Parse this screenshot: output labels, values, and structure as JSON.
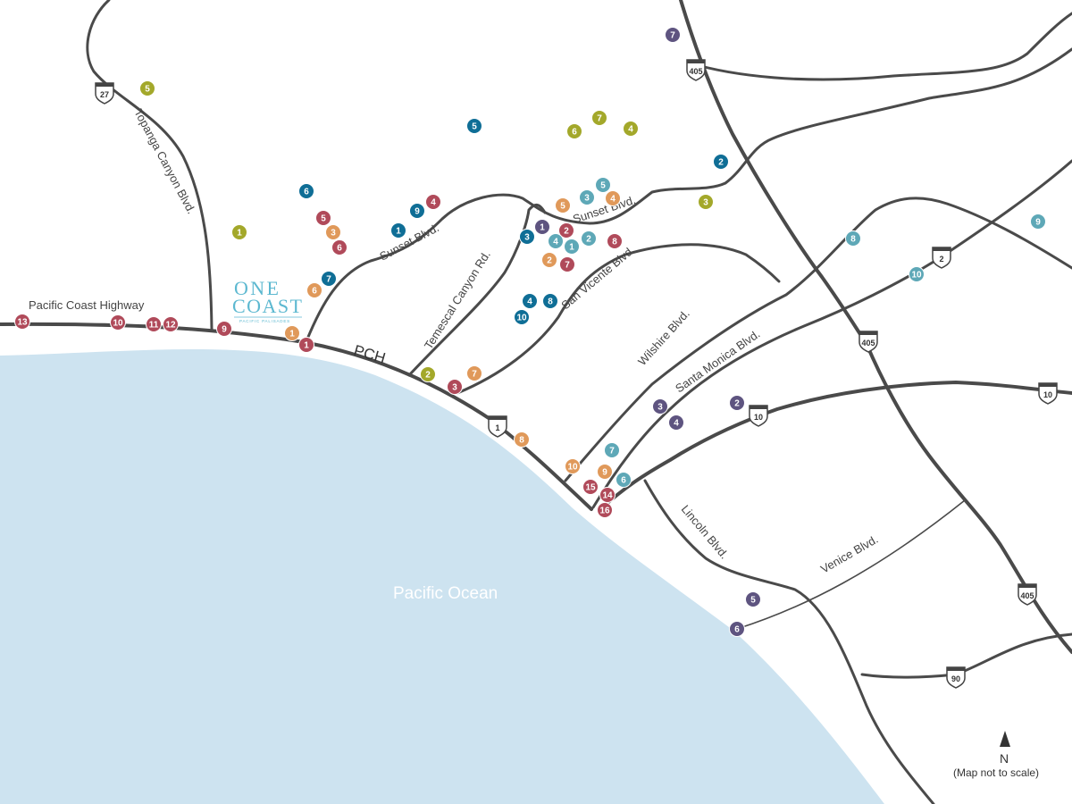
{
  "colors": {
    "ocean": "#cde3f0",
    "road": "#4a4a4a",
    "red": "#b04a5a",
    "orange": "#e0995a",
    "olive": "#a3a82a",
    "blue": "#0f6e96",
    "teal": "#5ea8b7",
    "purple": "#5e5480"
  },
  "logo": {
    "line1": "ONE",
    "line2": "COAST",
    "tagline": "PACIFIC PALISADES"
  },
  "labels": {
    "ocean": "Pacific Ocean",
    "pch": "PCH",
    "pacific_coast_highway": "Pacific Coast Highway",
    "topanga": "Topanga Canyon Blvd.",
    "sunset_west": "Sunset Blvd.",
    "sunset_east": "Sunset Blvd.",
    "temescal": "Temescal Canyon Rd.",
    "san_vicente": "San Vicente Blvd.",
    "wilshire": "Wilshire Blvd.",
    "santa_monica": "Santa Monica Blvd.",
    "lincoln": "Lincoln Blvd.",
    "venice": "Venice Blvd."
  },
  "shields": [
    "27",
    "405",
    "405",
    "405",
    "1",
    "2",
    "10",
    "10",
    "90"
  ],
  "compass": {
    "letter": "N",
    "note": "(Map not to scale)"
  },
  "markers": [
    {
      "n": "13",
      "c": "red"
    },
    {
      "n": "10",
      "c": "red"
    },
    {
      "n": "11",
      "c": "red"
    },
    {
      "n": "12",
      "c": "red"
    },
    {
      "n": "9",
      "c": "red"
    },
    {
      "n": "1",
      "c": "red"
    },
    {
      "n": "5",
      "c": "red"
    },
    {
      "n": "3",
      "c": "orange"
    },
    {
      "n": "6",
      "c": "red"
    },
    {
      "n": "4",
      "c": "red"
    },
    {
      "n": "2",
      "c": "red"
    },
    {
      "n": "8",
      "c": "red"
    },
    {
      "n": "7",
      "c": "red"
    },
    {
      "n": "3",
      "c": "red"
    },
    {
      "n": "15",
      "c": "red"
    },
    {
      "n": "14",
      "c": "red"
    },
    {
      "n": "16",
      "c": "red"
    },
    {
      "n": "1",
      "c": "orange"
    },
    {
      "n": "6",
      "c": "orange"
    },
    {
      "n": "5",
      "c": "orange"
    },
    {
      "n": "4",
      "c": "orange"
    },
    {
      "n": "2",
      "c": "orange"
    },
    {
      "n": "7",
      "c": "orange"
    },
    {
      "n": "8",
      "c": "orange"
    },
    {
      "n": "10",
      "c": "orange"
    },
    {
      "n": "9",
      "c": "orange"
    },
    {
      "n": "5",
      "c": "olive"
    },
    {
      "n": "1",
      "c": "olive"
    },
    {
      "n": "6",
      "c": "olive"
    },
    {
      "n": "7",
      "c": "olive"
    },
    {
      "n": "4",
      "c": "olive"
    },
    {
      "n": "3",
      "c": "olive"
    },
    {
      "n": "2",
      "c": "olive"
    },
    {
      "n": "6",
      "c": "blue"
    },
    {
      "n": "7",
      "c": "blue"
    },
    {
      "n": "1",
      "c": "blue"
    },
    {
      "n": "9",
      "c": "blue"
    },
    {
      "n": "5",
      "c": "blue"
    },
    {
      "n": "3",
      "c": "blue"
    },
    {
      "n": "4",
      "c": "blue"
    },
    {
      "n": "8",
      "c": "blue"
    },
    {
      "n": "10",
      "c": "blue"
    },
    {
      "n": "2",
      "c": "blue"
    },
    {
      "n": "5",
      "c": "teal"
    },
    {
      "n": "3",
      "c": "teal"
    },
    {
      "n": "4",
      "c": "teal"
    },
    {
      "n": "1",
      "c": "teal"
    },
    {
      "n": "2",
      "c": "teal"
    },
    {
      "n": "8",
      "c": "teal"
    },
    {
      "n": "10",
      "c": "teal"
    },
    {
      "n": "9",
      "c": "teal"
    },
    {
      "n": "7",
      "c": "teal"
    },
    {
      "n": "6",
      "c": "teal"
    },
    {
      "n": "7",
      "c": "purple"
    },
    {
      "n": "1",
      "c": "purple"
    },
    {
      "n": "3",
      "c": "purple"
    },
    {
      "n": "4",
      "c": "purple"
    },
    {
      "n": "2",
      "c": "purple"
    },
    {
      "n": "5",
      "c": "purple"
    },
    {
      "n": "6",
      "c": "purple"
    }
  ]
}
